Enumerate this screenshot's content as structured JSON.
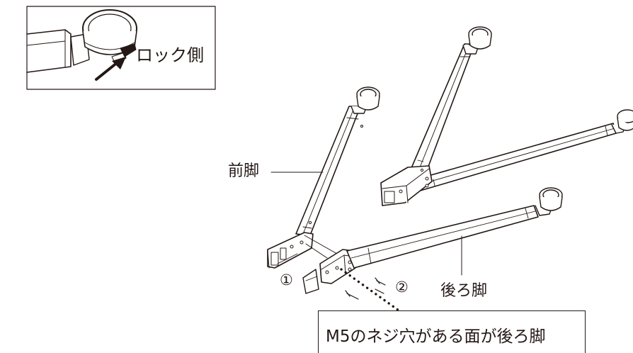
{
  "inset": {
    "lock_label": "ロック側"
  },
  "labels": {
    "front_leg": "前脚",
    "rear_leg": "後ろ脚",
    "step_1": "①",
    "step_2": "②"
  },
  "note": {
    "text": "M5のネジ穴がある面が後ろ脚"
  },
  "colors": {
    "line": "#231815",
    "background": "#ffffff"
  }
}
